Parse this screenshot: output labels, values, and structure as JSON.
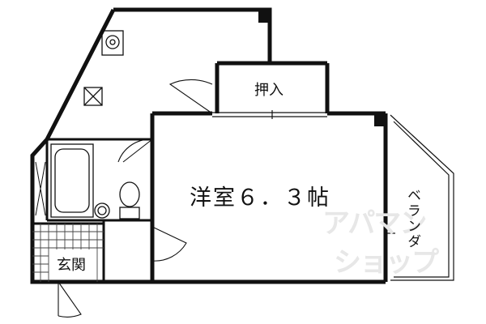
{
  "rooms": {
    "main_room": "洋室６．３帖",
    "closet": "押入",
    "entrance": "玄関",
    "balcony": "ベランダ"
  },
  "watermark": {
    "line1": "アパマン",
    "line2": "ショップ"
  },
  "colors": {
    "wall": "#111111",
    "background": "#ffffff",
    "watermark": "#e7e7e7"
  }
}
